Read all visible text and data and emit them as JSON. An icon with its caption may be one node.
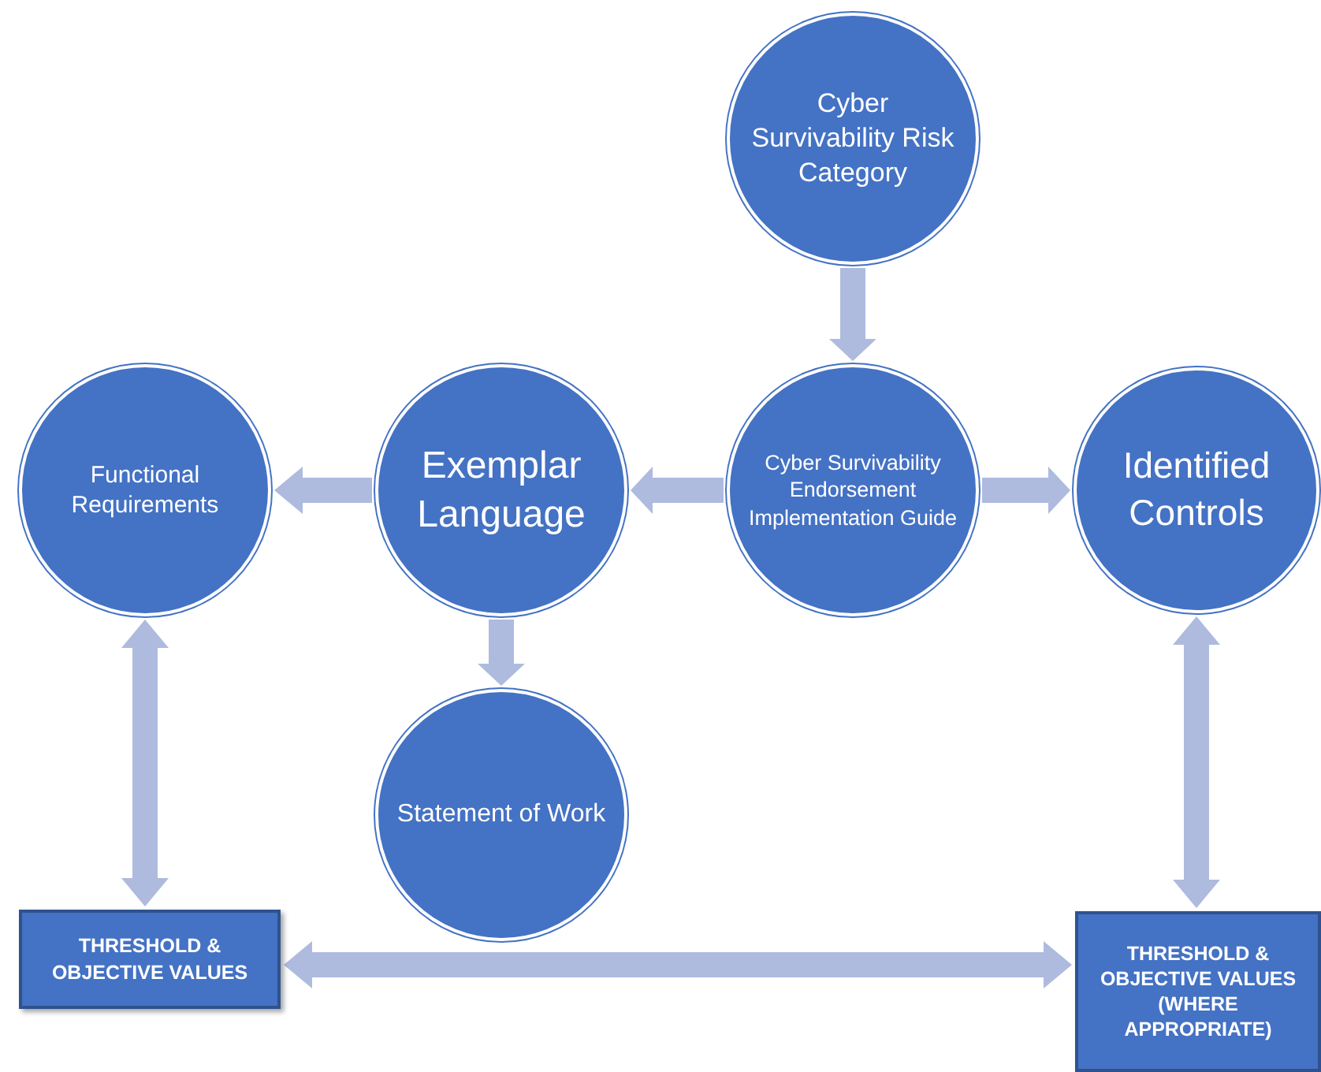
{
  "diagram": {
    "nodes": [
      {
        "text": [
          "Cyber Survivability Risk Category"
        ]
      },
      {
        "text": [
          "Cyber Survivability Endorsement Implementation Guide"
        ]
      },
      {
        "text": [
          "Exemplar Language"
        ]
      },
      {
        "text": [
          "Functional Requirements"
        ]
      },
      {
        "text": [
          "Identified Controls"
        ]
      },
      {
        "text": [
          "Statement of Work"
        ]
      },
      {
        "text": [
          "THRESHOLD & OBJECTIVE VALUES"
        ]
      },
      {
        "text": [
          "THRESHOLD & OBJECTIVE VALUES (WHERE APPROPRIATE)"
        ]
      }
    ],
    "edges": [
      {
        "from": 0,
        "to": 1,
        "arrow": "to"
      },
      {
        "from": 1,
        "to": 2,
        "arrow": "to"
      },
      {
        "from": 2,
        "to": 3,
        "arrow": "to"
      },
      {
        "from": 1,
        "to": 4,
        "arrow": "to"
      },
      {
        "from": 2,
        "to": 5,
        "arrow": "to"
      },
      {
        "from": 3,
        "to": 6,
        "arrow": "both"
      },
      {
        "from": 4,
        "to": 7,
        "arrow": "both"
      },
      {
        "from": 6,
        "to": 7,
        "arrow": "both"
      }
    ]
  }
}
